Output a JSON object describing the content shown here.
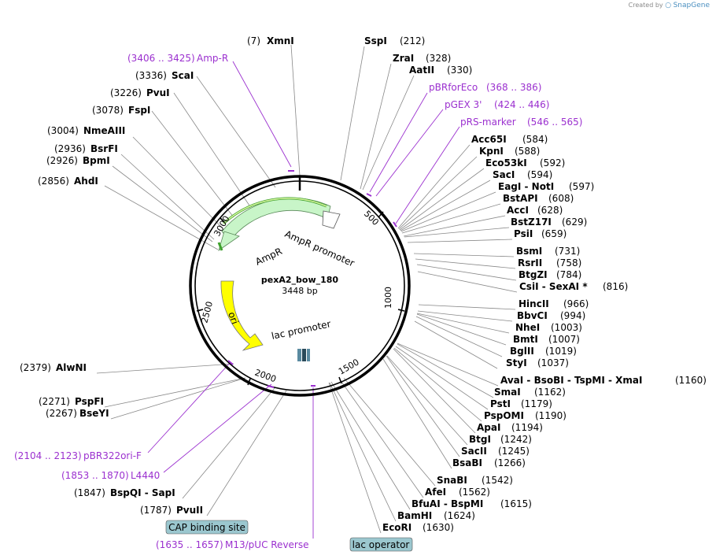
{
  "watermark": {
    "prefix": "Created by",
    "brand": "SnapGene"
  },
  "plasmid": {
    "name": "pexA2_bow_180",
    "size": "3448 bp"
  },
  "ticks": [
    "500",
    "1000",
    "1500",
    "2000",
    "2500",
    "3000"
  ],
  "features": {
    "ampr": "AmpR",
    "ampr_promoter": "AmpR promoter",
    "ori": "ori",
    "lac_promoter": "lac promoter"
  },
  "boxed_features": {
    "cap": "CAP binding site",
    "lacop": "lac operator"
  },
  "colors": {
    "primer": "#9b30cf",
    "ampr_fill": "#c8f5c8",
    "ori_fill": "#ffff00",
    "box_fill": "#9bc7cf",
    "backbone": "#000000"
  },
  "sites": {
    "xmni": {
      "pos": "(7)",
      "name": "XmnI"
    },
    "sspi": {
      "pos": "(212)",
      "name": "SspI"
    },
    "zrai": {
      "pos": "(328)",
      "name": "ZraI"
    },
    "aatii": {
      "pos": "(330)",
      "name": "AatII"
    },
    "acc65i": {
      "pos": "(584)",
      "name": "Acc65I"
    },
    "kpni": {
      "pos": "(588)",
      "name": "KpnI"
    },
    "eco53ki": {
      "pos": "(592)",
      "name": "Eco53kI"
    },
    "saci": {
      "pos": "(594)",
      "name": "SacI"
    },
    "eagi": {
      "pos": "(597)",
      "name": "EagI  -  NotI"
    },
    "bstapi": {
      "pos": "(608)",
      "name": "BstAPI"
    },
    "acci": {
      "pos": "(628)",
      "name": "AccI"
    },
    "bstz17i": {
      "pos": "(629)",
      "name": "BstZ17I"
    },
    "psii": {
      "pos": "(659)",
      "name": "PsiI"
    },
    "bsmi": {
      "pos": "(731)",
      "name": "BsmI"
    },
    "rsrii": {
      "pos": "(758)",
      "name": "RsrII"
    },
    "btgzi": {
      "pos": "(784)",
      "name": "BtgZI"
    },
    "csii": {
      "pos": "(816)",
      "name": "CsiI  -  SexAI *"
    },
    "hincii": {
      "pos": "(966)",
      "name": "HincII"
    },
    "bbvci": {
      "pos": "(994)",
      "name": "BbvCI"
    },
    "nhei": {
      "pos": "(1003)",
      "name": "NheI"
    },
    "bmti": {
      "pos": "(1007)",
      "name": "BmtI"
    },
    "bglii": {
      "pos": "(1019)",
      "name": "BglII"
    },
    "styi": {
      "pos": "(1037)",
      "name": "StyI"
    },
    "avai": {
      "pos": "(1160)",
      "name": "AvaI  -  BsoBI  -  TspMI  -  XmaI"
    },
    "smai": {
      "pos": "(1162)",
      "name": "SmaI"
    },
    "psti": {
      "pos": "(1179)",
      "name": "PstI"
    },
    "pspomi": {
      "pos": "(1190)",
      "name": "PspOMI"
    },
    "apai": {
      "pos": "(1194)",
      "name": "ApaI"
    },
    "btgi": {
      "pos": "(1242)",
      "name": "BtgI"
    },
    "sacii": {
      "pos": "(1245)",
      "name": "SacII"
    },
    "bsabi": {
      "pos": "(1266)",
      "name": "BsaBI"
    },
    "snabi": {
      "pos": "(1542)",
      "name": "SnaBI"
    },
    "afei": {
      "pos": "(1562)",
      "name": "AfeI"
    },
    "bfuai": {
      "pos": "(1615)",
      "name": "BfuAI  -  BspMI"
    },
    "bamhi": {
      "pos": "(1624)",
      "name": "BamHI"
    },
    "ecori": {
      "pos": "(1630)",
      "name": "EcoRI"
    },
    "pvuii": {
      "pos": "(1787)",
      "name": "PvuII"
    },
    "bspqi": {
      "pos": "(1847)",
      "name": "BspQI  -  SapI"
    },
    "bseyi": {
      "pos": "(2267)",
      "name": "BseYI"
    },
    "pspfi": {
      "pos": "(2271)",
      "name": "PspFI"
    },
    "alwni": {
      "pos": "(2379)",
      "name": "AlwNI"
    },
    "ahdi": {
      "pos": "(2856)",
      "name": "AhdI"
    },
    "bpmi": {
      "pos": "(2926)",
      "name": "BpmI"
    },
    "bsrfi": {
      "pos": "(2936)",
      "name": "BsrFI"
    },
    "nmeaiii": {
      "pos": "(3004)",
      "name": "NmeAIII"
    },
    "fspi": {
      "pos": "(3078)",
      "name": "FspI"
    },
    "pvui": {
      "pos": "(3226)",
      "name": "PvuI"
    },
    "scai": {
      "pos": "(3336)",
      "name": "ScaI"
    }
  },
  "primers": {
    "ampr": {
      "pos": "(3406 .. 3425)",
      "name": "Amp-R"
    },
    "pbrfor": {
      "name": "pBRforEco",
      "pos": "(368 .. 386)"
    },
    "pgex": {
      "name": "pGEX 3'",
      "pos": "(424 .. 446)"
    },
    "prs": {
      "name": "pRS-marker",
      "pos": "(546 .. 565)"
    },
    "pbr322": {
      "pos": "(2104 .. 2123)",
      "name": "pBR322ori-F"
    },
    "l4440": {
      "pos": "(1853 .. 1870)",
      "name": "L4440"
    },
    "m13": {
      "pos": "(1635 .. 1657)",
      "name": "M13/pUC Reverse"
    }
  }
}
